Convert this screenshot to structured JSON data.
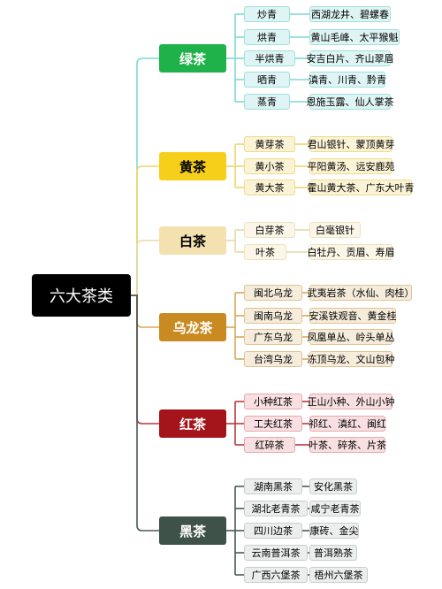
{
  "root": "六大茶类",
  "categories": [
    {
      "name": "绿茶",
      "color": "#1fb24a",
      "text_color": "#ffffff",
      "line_color": "#7dd9d4",
      "chip_bg": "#dff4f4",
      "chip_border": "#9fe0dc",
      "items": [
        {
          "sub": "炒青",
          "examples": "西湖龙井、碧螺春"
        },
        {
          "sub": "烘青",
          "examples": "黄山毛峰、太平猴魁"
        },
        {
          "sub": "半烘青",
          "examples": "安吉白片、齐山翠眉"
        },
        {
          "sub": "晒青",
          "examples": "滇青、川青、黔青"
        },
        {
          "sub": "蒸青",
          "examples": "恩施玉露、仙人掌茶"
        }
      ]
    },
    {
      "name": "黄茶",
      "color": "#f6cf1a",
      "text_color": "#000000",
      "line_color": "#f0d66a",
      "chip_bg": "#fbf3d6",
      "chip_border": "#f0dc8a",
      "items": [
        {
          "sub": "黄芽茶",
          "examples": "君山银针、蒙顶黄芽"
        },
        {
          "sub": "黄小茶",
          "examples": "平阳黄汤、远安鹿苑"
        },
        {
          "sub": "黄大茶",
          "examples": "霍山黄大茶、广东大叶青"
        }
      ]
    },
    {
      "name": "白茶",
      "color": "#f3e2b0",
      "text_color": "#000000",
      "line_color": "#e8d9a8",
      "chip_bg": "#fbf6e7",
      "chip_border": "#eee2bd",
      "items": [
        {
          "sub": "白芽茶",
          "examples": "白毫银针"
        },
        {
          "sub": "叶茶",
          "examples": "白牡丹、贡眉、寿眉"
        }
      ]
    },
    {
      "name": "乌龙茶",
      "color": "#c98a21",
      "text_color": "#ffffff",
      "line_color": "#d8a85a",
      "chip_bg": "#f5ecdc",
      "chip_border": "#e1c492",
      "items": [
        {
          "sub": "闽北乌龙",
          "examples": "武夷岩茶（水仙、肉桂）"
        },
        {
          "sub": "闽南乌龙",
          "examples": "安溪铁观音、黄金桂"
        },
        {
          "sub": "广东乌龙",
          "examples": "凤凰单丛、岭头单丛"
        },
        {
          "sub": "台湾乌龙",
          "examples": "冻顶乌龙、文山包种"
        }
      ]
    },
    {
      "name": "红茶",
      "color": "#a3151a",
      "text_color": "#ffffff",
      "line_color": "#b73a3f",
      "chip_bg": "#f8dfe1",
      "chip_border": "#e5a9ad",
      "items": [
        {
          "sub": "小种红茶",
          "examples": "正山小种、外山小钟"
        },
        {
          "sub": "工夫红茶",
          "examples": "祁红、滇红、闽红"
        },
        {
          "sub": "红碎茶",
          "examples": "叶茶、碎茶、片茶"
        }
      ]
    },
    {
      "name": "黑茶",
      "color": "#3e5249",
      "text_color": "#ffffff",
      "line_color": "#4a5a52",
      "chip_bg": "#eceeee",
      "chip_border": "#c9cecc",
      "items": [
        {
          "sub": "湖南黑茶",
          "examples": "安化黑茶"
        },
        {
          "sub": "湖北老青茶",
          "examples": "咸宁老青茶"
        },
        {
          "sub": "四川边茶",
          "examples": "康砖、金尖"
        },
        {
          "sub": "云南普洱茶",
          "examples": "普洱熟茶"
        },
        {
          "sub": "广西六堡茶",
          "examples": "梧州六堡茶"
        }
      ]
    }
  ]
}
